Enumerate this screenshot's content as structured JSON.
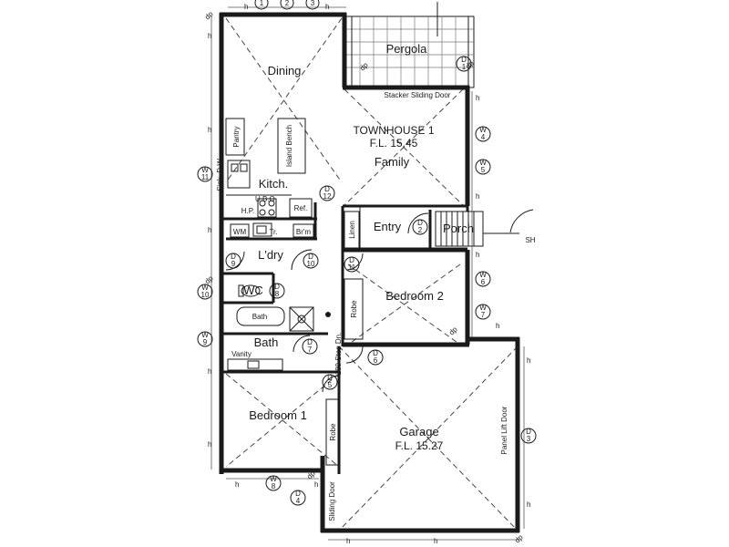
{
  "rooms": {
    "dining": "Dining",
    "pergola": "Pergola",
    "townhouse": "TOWNHOUSE 1",
    "floor_level_1": "F.L. 15.45",
    "family": "Family",
    "kitchen": "Kitch.",
    "entry": "Entry",
    "porch": "Porch",
    "laundry": "L'dry",
    "wc": "WC",
    "bedroom2": "Bedroom 2",
    "bath": "Bath",
    "bedroom1": "Bedroom 1",
    "garage": "Garage",
    "floor_level_2": "F.L. 15.27"
  },
  "fixtures": {
    "stacker_door": "Stacker Sliding Door",
    "pantry": "Pantry",
    "island_bench": "Island Bench",
    "sink_dw": "Sink, D.W.",
    "ubo": "U.B.O.",
    "hp": "H.P.",
    "ref": "Ref.",
    "wm": "WM",
    "tr": "Tr.",
    "brm": "Br'm",
    "linen": "Linen",
    "robe_bed2": "Robe",
    "robe_bed1": "Robe",
    "bath_tub": "Bath",
    "vanity": "Vanity",
    "steps": "180 Step Dn.",
    "panel_lift": "Panel Lift Door",
    "sliding_door": "Sliding Door",
    "sh": "SH"
  },
  "tags": {
    "d1": [
      "D",
      "1"
    ],
    "d2": [
      "D",
      "2"
    ],
    "d3": [
      "D",
      "3"
    ],
    "d4": [
      "D",
      "4"
    ],
    "d5": [
      "D",
      "5"
    ],
    "d6": [
      "D",
      "6"
    ],
    "d7": [
      "D",
      "7"
    ],
    "d8": [
      "D",
      "8"
    ],
    "d9": [
      "D",
      "9"
    ],
    "d10": [
      "D",
      "10"
    ],
    "d11": [
      "D",
      "11"
    ],
    "d12": [
      "D",
      "12"
    ],
    "w4": [
      "W",
      "4"
    ],
    "w5": [
      "W",
      "5"
    ],
    "w6": [
      "W",
      "6"
    ],
    "w7": [
      "W",
      "7"
    ],
    "w8": [
      "W",
      "8"
    ],
    "w9": [
      "W",
      "9"
    ],
    "w10": [
      "W",
      "10"
    ],
    "w11": [
      "W",
      "11"
    ],
    "t1": "1",
    "t2": "2",
    "t3": "3"
  },
  "marks": {
    "dp": "dp",
    "h": "h"
  }
}
